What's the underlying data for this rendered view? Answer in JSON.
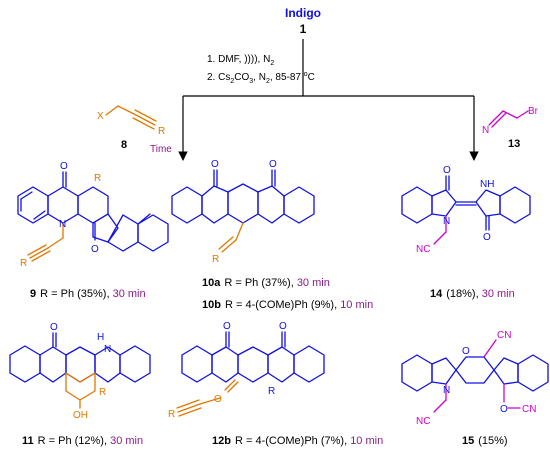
{
  "colors": {
    "scaffold": "#1010e0",
    "substituent": "#e07800",
    "nitrile": "#d000d0",
    "time": "#8a1a8a",
    "text": "#000000"
  },
  "start": {
    "name": "Indigo",
    "number": "1"
  },
  "conditions": {
    "step1": "1. DMF, )))), N",
    "step1_sub": "2",
    "step2": "2. Cs",
    "step2_sub": "2",
    "step2_rest": "CO",
    "step2_sub2": "3",
    "step2_tail": ", N",
    "step2_sub3": "2",
    "step2_temp": ", 85-87 ",
    "step2_deg": "o",
    "step2_unit": "C"
  },
  "reagent8": {
    "number": "8",
    "x_label": "X",
    "r_label": "R",
    "time_label": "Time"
  },
  "reagent13": {
    "number": "13",
    "n_label": "N",
    "br_label": "Br"
  },
  "atom_labels": {
    "O": "O",
    "N": "N",
    "NH": "NH",
    "H": "H",
    "R": "R",
    "OH": "OH",
    "NC": "NC",
    "CN": "CN"
  },
  "products": [
    {
      "id": "9",
      "text": "R = Ph  (35%), ",
      "time": "30 min"
    },
    {
      "id": "10a",
      "text": "R = Ph  (37%), ",
      "time": "30 min"
    },
    {
      "id": "10b",
      "text": "R = 4-(COMe)Ph  (9%), ",
      "time": "10 min"
    },
    {
      "id": "14",
      "text": "(18%), ",
      "time": "30 min"
    },
    {
      "id": "11",
      "text": "R = Ph  (12%), ",
      "time": "30 min"
    },
    {
      "id": "12b",
      "text": "R = 4-(COMe)Ph  (7%), ",
      "time": "10 min"
    },
    {
      "id": "15",
      "text": "(15%)",
      "time": ""
    }
  ]
}
